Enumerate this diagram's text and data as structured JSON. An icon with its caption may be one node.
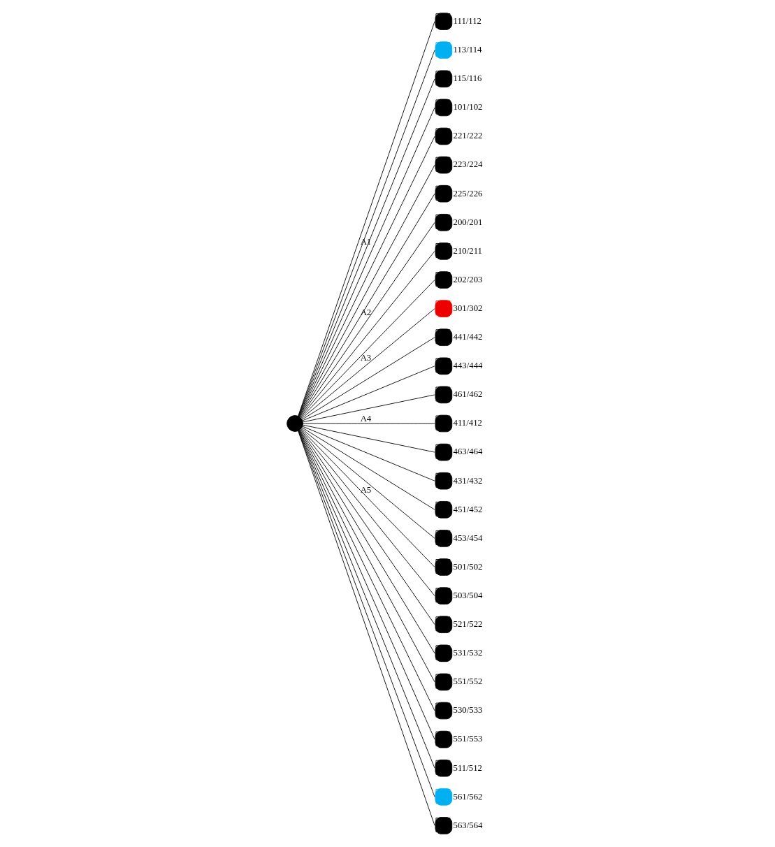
{
  "diagram": {
    "nodes": [
      {
        "text": [],
        "shape": "circle"
      },
      {
        "text": [],
        "shape": "circle",
        "beside": [
          "111/112"
        ]
      },
      {
        "text": [],
        "shape": "circle",
        "beside": [
          "113/114"
        ]
      },
      {
        "text": [],
        "shape": "circle",
        "beside": [
          "115/116"
        ]
      },
      {
        "text": [],
        "shape": "circle",
        "beside": [
          "101/102"
        ]
      },
      {
        "text": [],
        "shape": "circle",
        "beside": [
          "221/222"
        ]
      },
      {
        "text": [],
        "shape": "circle",
        "beside": [
          "223/224"
        ]
      },
      {
        "text": [],
        "shape": "circle",
        "beside": [
          "225/226"
        ]
      },
      {
        "text": [],
        "shape": "circle",
        "beside": [
          "200/201"
        ]
      },
      {
        "text": [],
        "shape": "circle",
        "beside": [
          "210/211"
        ]
      },
      {
        "text": [],
        "shape": "circle",
        "beside": [
          "202/203"
        ]
      },
      {
        "text": [],
        "shape": "circle",
        "beside": [
          "301/302"
        ]
      },
      {
        "text": [],
        "shape": "circle",
        "beside": [
          "441/442"
        ]
      },
      {
        "text": [],
        "shape": "circle",
        "beside": [
          "443/444"
        ]
      },
      {
        "text": [],
        "shape": "circle",
        "beside": [
          "461/462"
        ]
      },
      {
        "text": [],
        "shape": "circle",
        "beside": [
          "411/412"
        ]
      },
      {
        "text": [],
        "shape": "circle",
        "beside": [
          "463/464"
        ]
      },
      {
        "text": [],
        "shape": "circle",
        "beside": [
          "431/432"
        ]
      },
      {
        "text": [],
        "shape": "circle",
        "beside": [
          "451/452"
        ]
      },
      {
        "text": [],
        "shape": "circle",
        "beside": [
          "453/454"
        ]
      },
      {
        "text": [],
        "shape": "circle",
        "beside": [
          "501/502"
        ]
      },
      {
        "text": [],
        "shape": "circle",
        "beside": [
          "503/504"
        ]
      },
      {
        "text": [],
        "shape": "circle",
        "beside": [
          "521/522"
        ]
      },
      {
        "text": [],
        "shape": "circle",
        "beside": [
          "531/532"
        ]
      },
      {
        "text": [],
        "shape": "circle",
        "beside": [
          "551/552"
        ]
      },
      {
        "text": [],
        "shape": "circle",
        "beside": [
          "530/533"
        ]
      },
      {
        "text": [],
        "shape": "circle",
        "beside": [
          "551/553"
        ]
      },
      {
        "text": [],
        "shape": "circle",
        "beside": [
          "511/512"
        ]
      },
      {
        "text": [],
        "shape": "circle",
        "beside": [
          "561/562"
        ]
      },
      {
        "text": [],
        "shape": "circle",
        "beside": [
          "563/564"
        ]
      }
    ],
    "edges": [
      {
        "from": 0,
        "to": 4,
        "arrow": "none",
        "label": "A1"
      },
      {
        "from": 0,
        "to": 1,
        "arrow": "none"
      },
      {
        "from": 0,
        "to": 2,
        "arrow": "none"
      },
      {
        "from": 0,
        "to": 3,
        "arrow": "none"
      },
      {
        "from": 0,
        "to": 8,
        "arrow": "none",
        "label": "A2"
      },
      {
        "from": 0,
        "to": 10,
        "arrow": "none"
      },
      {
        "from": 0,
        "to": 9,
        "arrow": "none"
      },
      {
        "from": 0,
        "to": 5,
        "arrow": "none"
      },
      {
        "from": 0,
        "to": 6,
        "arrow": "none"
      },
      {
        "from": 0,
        "to": 7,
        "arrow": "none"
      },
      {
        "from": 0,
        "to": 11,
        "arrow": "none",
        "label": "A3"
      },
      {
        "from": 0,
        "to": 15,
        "arrow": "none",
        "label": "A4"
      },
      {
        "from": 0,
        "to": 12,
        "arrow": "none"
      },
      {
        "from": 0,
        "to": 13,
        "arrow": "none"
      },
      {
        "from": 0,
        "to": 17,
        "arrow": "none"
      },
      {
        "from": 0,
        "to": 18,
        "arrow": "none"
      },
      {
        "from": 0,
        "to": 19,
        "arrow": "none"
      },
      {
        "from": 0,
        "to": 14,
        "arrow": "none"
      },
      {
        "from": 0,
        "to": 16,
        "arrow": "none"
      },
      {
        "from": 0,
        "to": 20,
        "arrow": "none",
        "label": "A5"
      },
      {
        "from": 0,
        "to": 21,
        "arrow": "none"
      },
      {
        "from": 0,
        "to": 27,
        "arrow": "none"
      },
      {
        "from": 0,
        "to": 22,
        "arrow": "none"
      },
      {
        "from": 0,
        "to": 23,
        "arrow": "none"
      },
      {
        "from": 0,
        "to": 25,
        "arrow": "none"
      },
      {
        "from": 0,
        "to": 24,
        "arrow": "none"
      },
      {
        "from": 0,
        "to": 26,
        "arrow": "none"
      },
      {
        "from": 0,
        "to": 28,
        "arrow": "none"
      },
      {
        "from": 0,
        "to": 29,
        "arrow": "none"
      }
    ]
  }
}
